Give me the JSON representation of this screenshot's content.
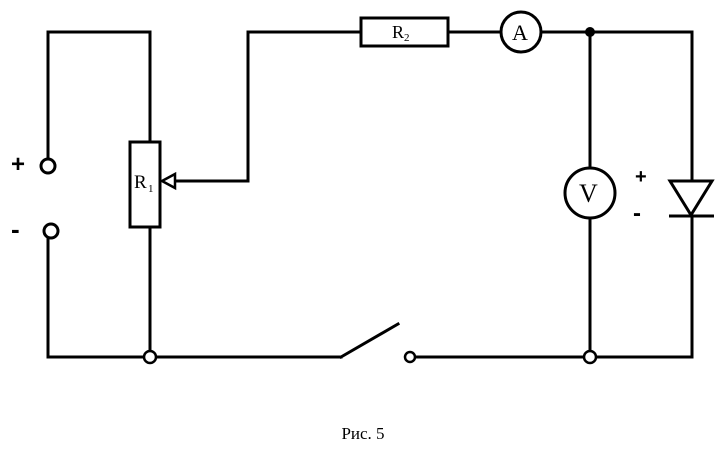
{
  "circuit": {
    "terminal_plus": "+",
    "terminal_minus": "-",
    "r1_label": "R",
    "r1_subscript": "1",
    "r2_label": "R",
    "r2_subscript": "2",
    "ammeter_label": "A",
    "voltmeter_label": "V",
    "diode_plus": "+",
    "diode_minus": "-"
  },
  "caption": "Рис. 5"
}
